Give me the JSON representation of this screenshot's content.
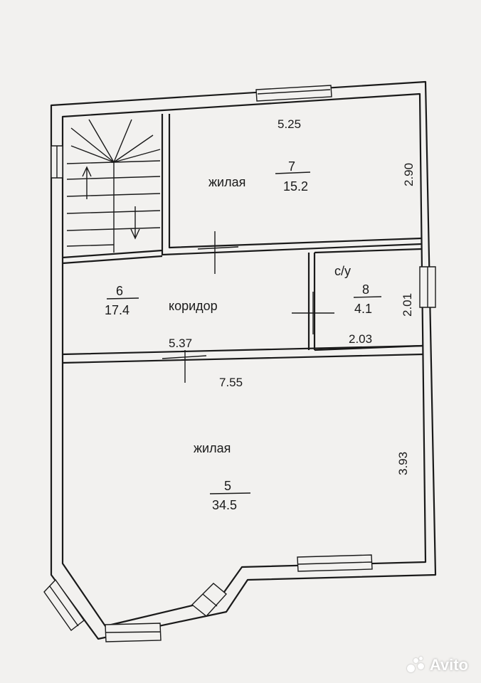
{
  "rooms": [
    {
      "type_label": "жилая",
      "number": "7",
      "area": "15.2",
      "dim_horizontal": "5.25",
      "dim_vertical": "2.90"
    },
    {
      "type_label": "коридор",
      "number": "6",
      "area": "17.4",
      "dim_horizontal": "5.37"
    },
    {
      "type_label": "с/у",
      "number": "8",
      "area": "4.1",
      "dim_horizontal": "2.03",
      "dim_vertical": "2.01"
    },
    {
      "type_label": "жилая",
      "number": "5",
      "area": "34.5",
      "dim_horizontal": "7.55",
      "dim_vertical": "3.93"
    }
  ],
  "watermark": {
    "brand": "Avito",
    "colors": [
      "#ffffff"
    ]
  },
  "colors": {
    "line": "#1a1a1a",
    "paper": "#f2f1ef"
  }
}
